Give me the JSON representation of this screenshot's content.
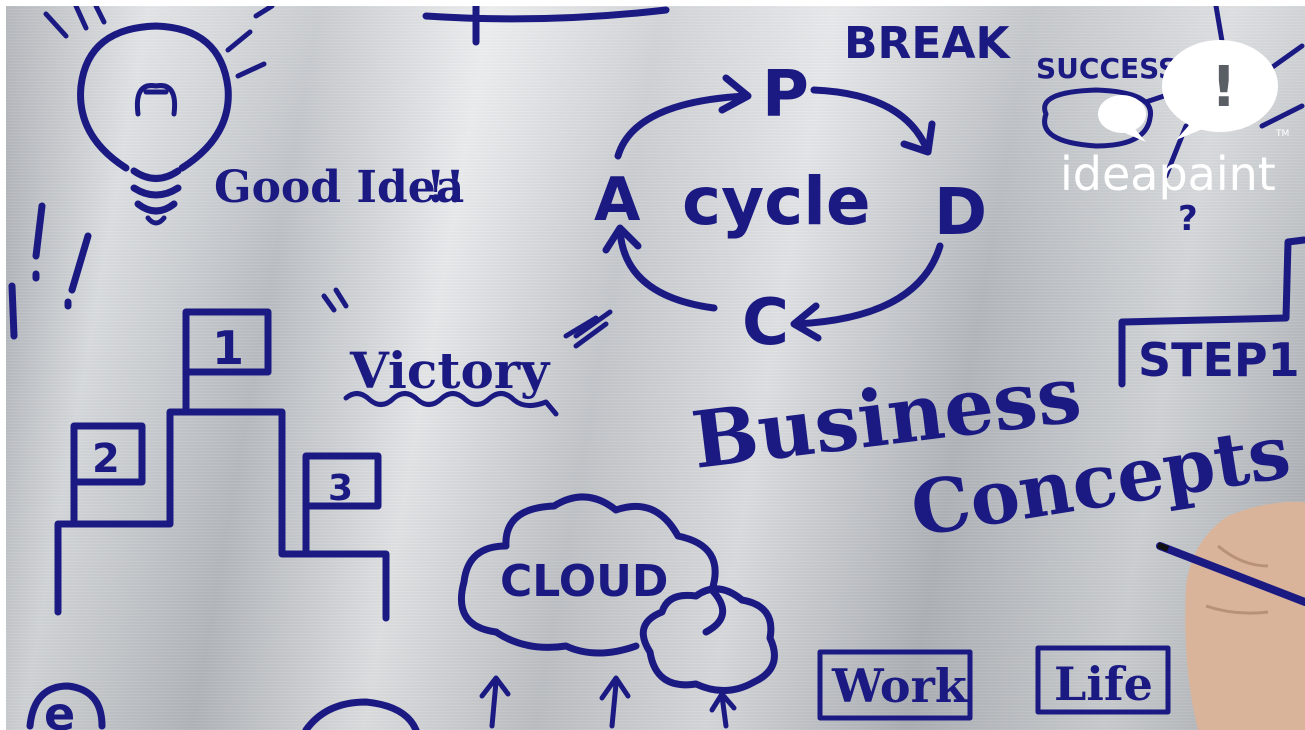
{
  "scene": {
    "ink_color": "#1b1a82",
    "texts": {
      "good_idea": "Good Idea",
      "victory": "Victory",
      "cycle_center": "cycle",
      "cycle_p": "P",
      "cycle_d": "D",
      "cycle_c": "C",
      "cycle_a": "A",
      "break": "BREAK",
      "success": "SUCCESS",
      "step1": "STEP1",
      "business": "Business",
      "concepts": "Concepts",
      "cloud": "CLOUD",
      "work": "Work",
      "life": "Life",
      "podium_1": "1",
      "podium_2": "2",
      "podium_3": "3",
      "exclaim": "!!",
      "question": "?",
      "letter_e": "e"
    }
  },
  "logo": {
    "text": "ideapaint",
    "tm": "TM",
    "bang": "!",
    "color": "#ffffff"
  }
}
